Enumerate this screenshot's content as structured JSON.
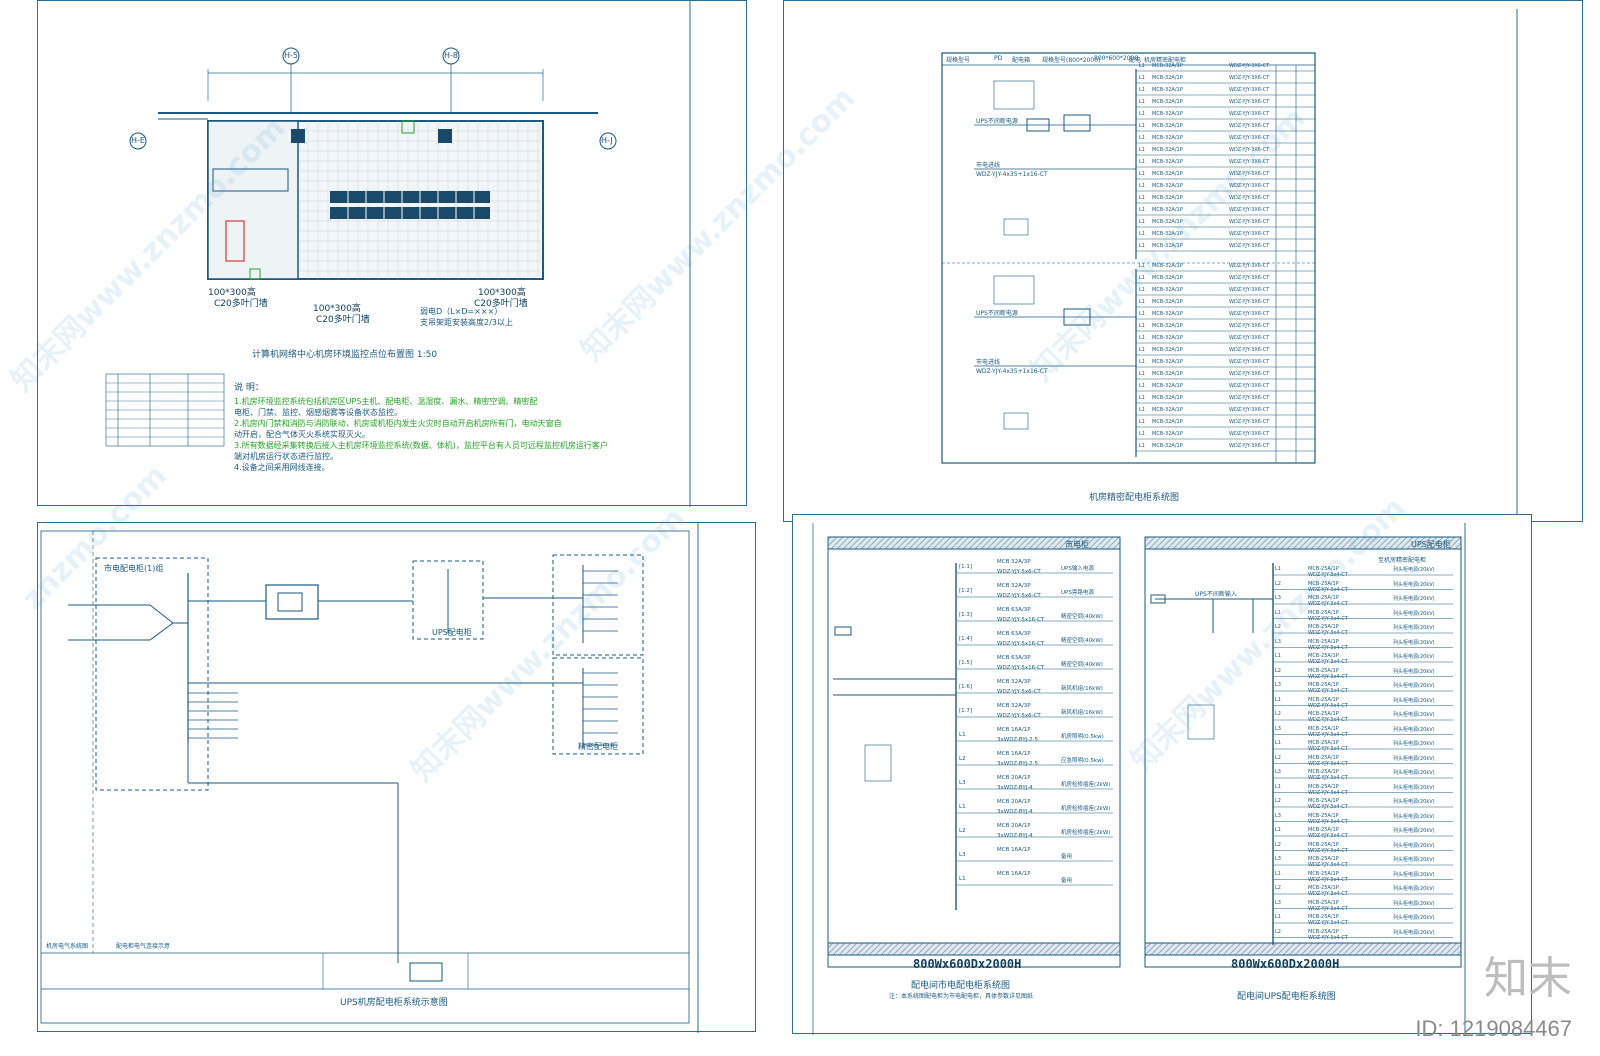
{
  "sheets": {
    "floor_plan": {
      "title": "计算机网络中心机房环境监控点位布置图 1:50",
      "axis_labels": [
        "H-5",
        "H-8",
        "H-E",
        "H-J"
      ],
      "door_labels": [
        {
          "size": "100*300高",
          "code": "C20多叶门墙"
        },
        {
          "size": "100*300高",
          "code": "C20多叶门墙"
        },
        {
          "size": "100*300高",
          "code": "C20多叶门墙"
        }
      ],
      "trench_note": "弱电D（L×D=×××）",
      "trench_note2": "支吊架距安装高度2/3以上",
      "notes_heading": "说  明：",
      "notes": [
        {
          "text": "1.机房环境监控系统包括机房区UPS主机、配电柜、温湿度、漏水、精密空调、精密配",
          "color": "g"
        },
        {
          "text": "  电柜、门禁、监控、烟感烟雾等设备状态监控。",
          "color": "b"
        },
        {
          "text": "2.机房内门禁和消防与消防联动，机房或机柜内发生火灾时自动开启机房所有门，电动天窗自",
          "color": "g"
        },
        {
          "text": "  动开启，配合气体灭火系统实现灭火。",
          "color": "b"
        },
        {
          "text": "3.所有数据经采集转换后接入主机房环境监控系统(数据、体机)，监控平台有人员可远程监控机房运行客户",
          "color": "g"
        },
        {
          "text": "  端对机房运行状态进行监控。",
          "color": "b"
        },
        {
          "text": "4.设备之间采用网线连接。",
          "color": "b"
        }
      ]
    },
    "precision_cabinet": {
      "title": "机房精密配电柜系统图",
      "header_cells": [
        "规格型号",
        "PD",
        "配电箱",
        "规格型号(800*2000)",
        "800*600*2000",
        "配电",
        "机房精密配电柜"
      ],
      "mcb_label": "MCB-32A/1P",
      "cable_label": "WDZ-YJY-3X6-CT",
      "main_cable": "WDZ-YJY-4x35+1x16-CT",
      "ups_label": "UPS不间断电源",
      "mains_label": "市电进线"
    },
    "ups_room": {
      "title": "UPS机房配电柜系统示意图",
      "box_left": "市电配电柜(1)组",
      "box_ups": "UPS配电柜",
      "box_precise": "精密配电柜",
      "bottom_left": "机房电气系统图",
      "bottom_mid": "配电柜电气连接示意"
    },
    "mains_cabinet": {
      "title": "配电间市电配电柜系统图",
      "header": "市电柜",
      "size": "800Wx600Dx2000H",
      "footnote": "注：本系统图配电柜为市电配电柜，具体参数详见图纸",
      "rows": [
        {
          "n": "[1.1]",
          "mcb": "MCB 32A/3P",
          "cable": "WDZ-YJY-5x6-CT",
          "load": "UPS输入电源"
        },
        {
          "n": "[1.2]",
          "mcb": "MCB 32A/3P",
          "cable": "WDZ-YJY-5x6-CT",
          "load": "UPS旁路电源"
        },
        {
          "n": "[1.3]",
          "mcb": "MCB 63A/3P",
          "cable": "WDZ-YJY-5x16-CT",
          "load": "精密空调(40kW)"
        },
        {
          "n": "[1.4]",
          "mcb": "MCB 63A/3P",
          "cable": "WDZ-YJY-5x16-CT",
          "load": "精密空调(40kW)"
        },
        {
          "n": "[1.5]",
          "mcb": "MCB 63A/3P",
          "cable": "WDZ-YJY-5x16-CT",
          "load": "精密空调(40kW)"
        },
        {
          "n": "[1.6]",
          "mcb": "MCB 32A/3P",
          "cable": "WDZ-YJY-5x6-CT",
          "load": "新风机组(16kW)"
        },
        {
          "n": "[1.7]",
          "mcb": "MCB 32A/3P",
          "cable": "WDZ-YJY-5x6-CT",
          "load": "新风机组(16kW)"
        },
        {
          "n": "L1",
          "mcb": "MCB 16A/1P",
          "cable": "3xWDZ-BYJ-2.5",
          "load": "机房照明(0.5kw)"
        },
        {
          "n": "L2",
          "mcb": "MCB 16A/1P",
          "cable": "3xWDZ-BYJ-2.5",
          "load": "应急照明(0.5kw)"
        },
        {
          "n": "L3",
          "mcb": "MCB 20A/1P",
          "cable": "3xWDZ-BYJ-4",
          "load": "机房检修插座(2kW)"
        },
        {
          "n": "L1",
          "mcb": "MCB 20A/1P",
          "cable": "3xWDZ-BYJ-4",
          "load": "机房检修插座(2kW)"
        },
        {
          "n": "L2",
          "mcb": "MCB 20A/1P",
          "cable": "3xWDZ-BYJ-4",
          "load": "机房检修插座(2kW)"
        },
        {
          "n": "L3",
          "mcb": "MCB 16A/1P",
          "cable": "",
          "load": "备用"
        },
        {
          "n": "L1",
          "mcb": "MCB 16A/1P",
          "cable": "",
          "load": "备用"
        }
      ]
    },
    "ups_cabinet": {
      "title": "配电间UPS配电柜系统图",
      "header": "UPS配电柜",
      "size": "800Wx600Dx2000H",
      "top_note": "至机房精密配电柜",
      "ups_in": "UPS不间断输入",
      "row_mcb": "MCB-25A/1P",
      "row_cable": "WDZ-YJY-3x4-CT",
      "row_load": "列头柜电源(20kV)",
      "count": 26
    }
  },
  "watermarks": [
    "知末网www.znzmo.com",
    "知末网www.znzmo.com",
    "知末网www.znzmo.com",
    "知末网www.znzmo.com",
    "知末网www.znzmo.com",
    "znzmo.com"
  ],
  "brand": "知末",
  "image_id": "ID: 1219084467",
  "colors": {
    "line": "#2a6f97",
    "accent": "#29a329",
    "red": "#d23c3c"
  }
}
